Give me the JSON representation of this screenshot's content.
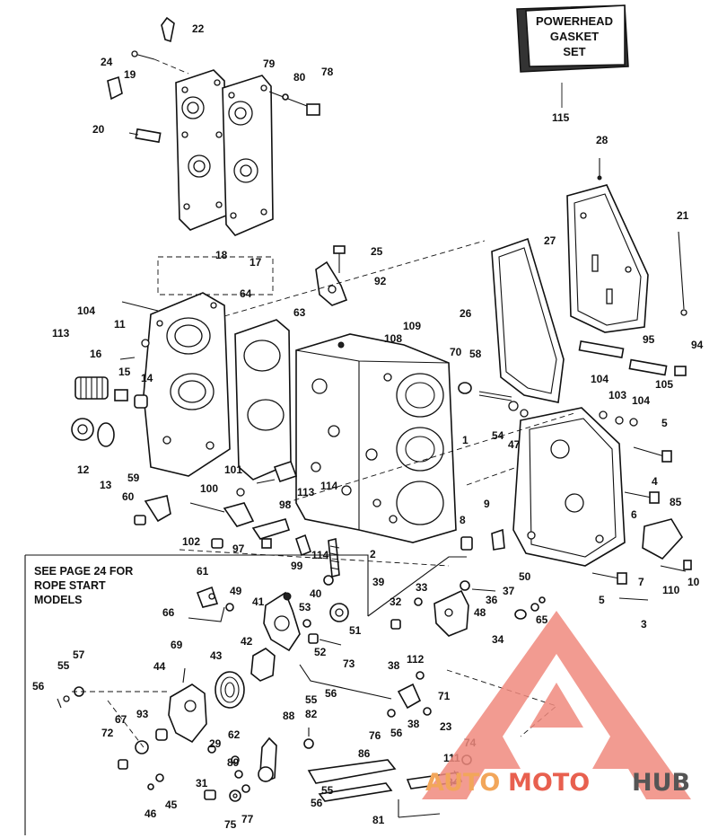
{
  "gasket_box": {
    "lines": [
      "POWERHEAD",
      "GASKET",
      "SET"
    ],
    "ref": "115"
  },
  "note": {
    "lines": [
      "SEE PAGE 24 FOR",
      "ROPE START",
      "MODELS"
    ]
  },
  "watermark": {
    "part1": "AUTO",
    "part2": "MOTO",
    "part3": "HUB",
    "color_red": "#e8604f",
    "color_orange": "#f2a65a",
    "color_gray": "#555555"
  },
  "callouts": [
    {
      "id": "c22",
      "text": "22"
    },
    {
      "id": "c24",
      "text": "24"
    },
    {
      "id": "c19",
      "text": "19"
    },
    {
      "id": "c79",
      "text": "79"
    },
    {
      "id": "c80",
      "text": "80"
    },
    {
      "id": "c78",
      "text": "78"
    },
    {
      "id": "c20",
      "text": "20"
    },
    {
      "id": "c18",
      "text": "18"
    },
    {
      "id": "c17",
      "text": "17"
    },
    {
      "id": "c28",
      "text": "28"
    },
    {
      "id": "c21",
      "text": "21"
    },
    {
      "id": "c27",
      "text": "27"
    },
    {
      "id": "c25",
      "text": "25"
    },
    {
      "id": "c92",
      "text": "92"
    },
    {
      "id": "c64",
      "text": "64"
    },
    {
      "id": "c26",
      "text": "26"
    },
    {
      "id": "c95",
      "text": "95"
    },
    {
      "id": "c94",
      "text": "94"
    },
    {
      "id": "c104a",
      "text": "104"
    },
    {
      "id": "c11",
      "text": "11"
    },
    {
      "id": "c63",
      "text": "63"
    },
    {
      "id": "c109",
      "text": "109"
    },
    {
      "id": "c108",
      "text": "108"
    },
    {
      "id": "c113a",
      "text": "113"
    },
    {
      "id": "c70",
      "text": "70"
    },
    {
      "id": "c58",
      "text": "58"
    },
    {
      "id": "c16",
      "text": "16"
    },
    {
      "id": "c15",
      "text": "15"
    },
    {
      "id": "c14",
      "text": "14"
    },
    {
      "id": "c104b",
      "text": "104"
    },
    {
      "id": "c103",
      "text": "103"
    },
    {
      "id": "c104c",
      "text": "104"
    },
    {
      "id": "c105",
      "text": "105"
    },
    {
      "id": "c54",
      "text": "54"
    },
    {
      "id": "c47",
      "text": "47"
    },
    {
      "id": "c1",
      "text": "1"
    },
    {
      "id": "c5a",
      "text": "5"
    },
    {
      "id": "c12",
      "text": "12"
    },
    {
      "id": "c13",
      "text": "13"
    },
    {
      "id": "c59",
      "text": "59"
    },
    {
      "id": "c101",
      "text": "101"
    },
    {
      "id": "c114a",
      "text": "114"
    },
    {
      "id": "c113b",
      "text": "113"
    },
    {
      "id": "c100",
      "text": "100"
    },
    {
      "id": "c60",
      "text": "60"
    },
    {
      "id": "c98",
      "text": "98"
    },
    {
      "id": "c4",
      "text": "4"
    },
    {
      "id": "c85",
      "text": "85"
    },
    {
      "id": "c9",
      "text": "9"
    },
    {
      "id": "c6",
      "text": "6"
    },
    {
      "id": "c8",
      "text": "8"
    },
    {
      "id": "c102",
      "text": "102"
    },
    {
      "id": "c97",
      "text": "97"
    },
    {
      "id": "c99",
      "text": "99"
    },
    {
      "id": "c114b",
      "text": "114"
    },
    {
      "id": "c2",
      "text": "2"
    },
    {
      "id": "c7",
      "text": "7"
    },
    {
      "id": "c110",
      "text": "110"
    },
    {
      "id": "c10",
      "text": "10"
    },
    {
      "id": "c61",
      "text": "61"
    },
    {
      "id": "c39",
      "text": "39"
    },
    {
      "id": "c50",
      "text": "50"
    },
    {
      "id": "c49",
      "text": "49"
    },
    {
      "id": "c40",
      "text": "40"
    },
    {
      "id": "c33",
      "text": "33"
    },
    {
      "id": "c36",
      "text": "36"
    },
    {
      "id": "c37",
      "text": "37"
    },
    {
      "id": "c5b",
      "text": "5"
    },
    {
      "id": "c66",
      "text": "66"
    },
    {
      "id": "c41",
      "text": "41"
    },
    {
      "id": "c53",
      "text": "53"
    },
    {
      "id": "c32",
      "text": "32"
    },
    {
      "id": "c48",
      "text": "48"
    },
    {
      "id": "c65",
      "text": "65"
    },
    {
      "id": "c3",
      "text": "3"
    },
    {
      "id": "c51",
      "text": "51"
    },
    {
      "id": "c34",
      "text": "34"
    },
    {
      "id": "c69",
      "text": "69"
    },
    {
      "id": "c42",
      "text": "42"
    },
    {
      "id": "c52",
      "text": "52"
    },
    {
      "id": "c57",
      "text": "57"
    },
    {
      "id": "c43",
      "text": "43"
    },
    {
      "id": "c73",
      "text": "73"
    },
    {
      "id": "c112",
      "text": "112"
    },
    {
      "id": "c55a",
      "text": "55"
    },
    {
      "id": "c44",
      "text": "44"
    },
    {
      "id": "c38a",
      "text": "38"
    },
    {
      "id": "c56a",
      "text": "56"
    },
    {
      "id": "c56b",
      "text": "56"
    },
    {
      "id": "c71",
      "text": "71"
    },
    {
      "id": "c55b",
      "text": "55"
    },
    {
      "id": "c93",
      "text": "93"
    },
    {
      "id": "c88",
      "text": "88"
    },
    {
      "id": "c82",
      "text": "82"
    },
    {
      "id": "c38b",
      "text": "38"
    },
    {
      "id": "c23",
      "text": "23"
    },
    {
      "id": "c67",
      "text": "67"
    },
    {
      "id": "c56c",
      "text": "56"
    },
    {
      "id": "c74",
      "text": "74"
    },
    {
      "id": "c72",
      "text": "72"
    },
    {
      "id": "c76",
      "text": "76"
    },
    {
      "id": "c62",
      "text": "62"
    },
    {
      "id": "c86",
      "text": "86"
    },
    {
      "id": "c29",
      "text": "29"
    },
    {
      "id": "c111",
      "text": "111"
    },
    {
      "id": "c89",
      "text": "89"
    },
    {
      "id": "c84",
      "text": "84"
    },
    {
      "id": "c45",
      "text": "45"
    },
    {
      "id": "c55c",
      "text": "55"
    },
    {
      "id": "c31",
      "text": "31"
    },
    {
      "id": "c46",
      "text": "46"
    },
    {
      "id": "c56d",
      "text": "56"
    },
    {
      "id": "c77",
      "text": "77"
    },
    {
      "id": "c75",
      "text": "75"
    },
    {
      "id": "c81",
      "text": "81"
    }
  ]
}
